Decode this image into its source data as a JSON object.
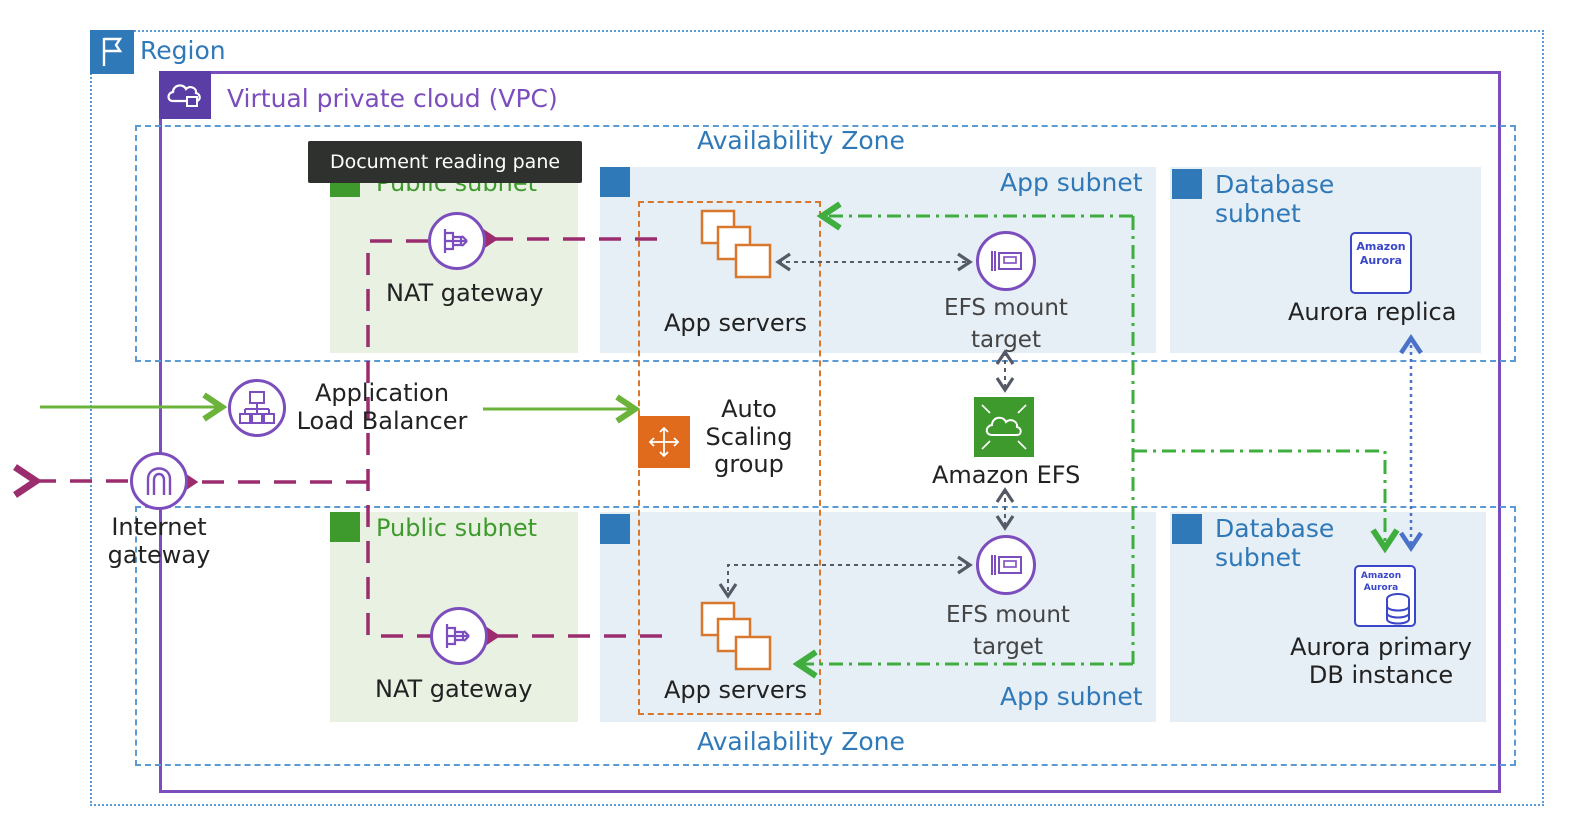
{
  "region": {
    "label": "Region"
  },
  "vpc": {
    "label": "Virtual private cloud (VPC)"
  },
  "availability_zones": [
    {
      "label": "Availability Zone"
    },
    {
      "label": "Availability Zone"
    }
  ],
  "tooltip": {
    "text": "Document reading pane"
  },
  "subnets": {
    "public_top": {
      "label": "Public subnet"
    },
    "public_bottom": {
      "label": "Public subnet"
    },
    "app_top": {
      "label": "App subnet"
    },
    "app_bottom": {
      "label": "App subnet"
    },
    "db_top": {
      "label": "Database\nsubnet"
    },
    "db_bottom": {
      "label": "Database\nsubnet"
    }
  },
  "nodes": {
    "nat_top": {
      "label": "NAT gateway"
    },
    "nat_bottom": {
      "label": "NAT gateway"
    },
    "app_servers_top": {
      "label": "App servers"
    },
    "app_servers_bottom": {
      "label": "App servers"
    },
    "efs_mount_top": {
      "label": "EFS mount\ntarget"
    },
    "efs_mount_bottom": {
      "label": "EFS mount\ntarget"
    },
    "efs": {
      "label": "Amazon EFS"
    },
    "alb": {
      "label": "Application\nLoad Balancer"
    },
    "igw": {
      "label": "Internet\ngateway"
    },
    "asg": {
      "label": "Auto\nScaling\ngroup"
    },
    "aurora_replica": {
      "label": "Aurora replica",
      "badge": "Amazon\nAurora"
    },
    "aurora_primary": {
      "label": "Aurora primary\nDB instance",
      "badge": "Amazon\nAurora"
    }
  },
  "colors": {
    "region": "#2f79b8",
    "vpc": "#7c4dbd",
    "az": "#2f79b8",
    "public_subnet": "#3f9a2e",
    "app_subnet": "#2f79b8",
    "nat_arrow": "#9b2d6e",
    "alb_arrow": "#6bb33b",
    "efs_arrow": "#3fae3f",
    "asg_border": "#d9782d",
    "efs_icon": "#3f9a2e",
    "asg_icon": "#e06b1d"
  }
}
